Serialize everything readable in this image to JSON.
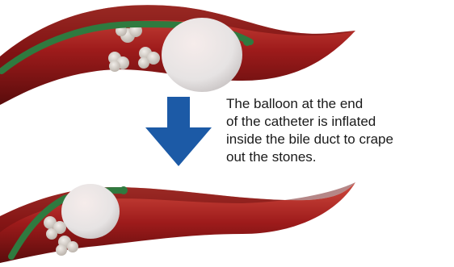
{
  "caption": {
    "lines": [
      "The balloon at the end",
      "of the catheter is inflated",
      "inside the bile duct to crape",
      "out the stones."
    ]
  },
  "colors": {
    "duct": "#9e1b1b",
    "duct_light": "#d04a3e",
    "duct_dark": "#5a0c0c",
    "catheter": "#2f7a3f",
    "balloon": "#e6e3e3",
    "stone": "#d9d4cf",
    "arrow": "#1c5aa6"
  },
  "icons": {
    "arrow": "down-arrow-icon",
    "balloon": "balloon-icon",
    "stones": "gallstone-icon"
  }
}
